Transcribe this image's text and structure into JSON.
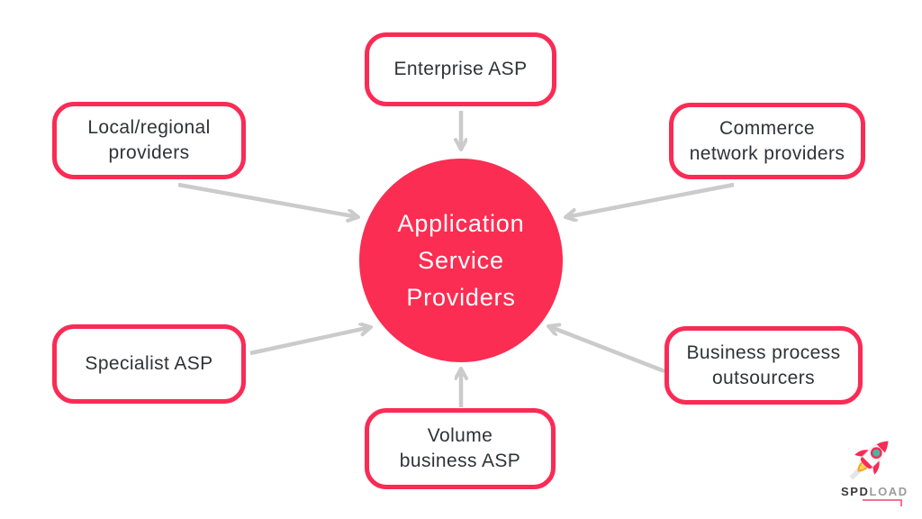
{
  "diagram": {
    "center": {
      "lines": [
        "Application",
        "Service",
        "Providers"
      ]
    },
    "nodes": [
      {
        "id": "enterprise-asp",
        "lines": [
          "Enterprise ASP"
        ]
      },
      {
        "id": "local-regional-providers",
        "lines": [
          "Local/regional",
          "providers"
        ]
      },
      {
        "id": "commerce-network-providers",
        "lines": [
          "Commerce",
          "network providers"
        ]
      },
      {
        "id": "specialist-asp",
        "lines": [
          "Specialist ASP"
        ]
      },
      {
        "id": "business-process-outsourcers",
        "lines": [
          "Business process",
          "outsourcers"
        ]
      },
      {
        "id": "volume-business-asp",
        "lines": [
          "Volume",
          "business ASP"
        ]
      }
    ],
    "edges": [
      "enterprise-asp -> center",
      "local-regional-providers -> center",
      "commerce-network-providers -> center",
      "specialist-asp -> center",
      "business-process-outsourcers -> center",
      "volume-business-asp -> center"
    ]
  },
  "logo": {
    "icon": "rocket-icon",
    "brand_part1": "SPD",
    "brand_part2": "LOAD"
  },
  "colors": {
    "node_border": "#FA2B55",
    "center_fill": "#FB2D52",
    "arrow": "#CBCBCB",
    "node_text": "#2F3337",
    "center_text": "#FFFFFF",
    "logo_text_primary": "#3A3A3A",
    "logo_text_secondary": "#9B9B9B",
    "logo_underline": "#F2738F"
  }
}
